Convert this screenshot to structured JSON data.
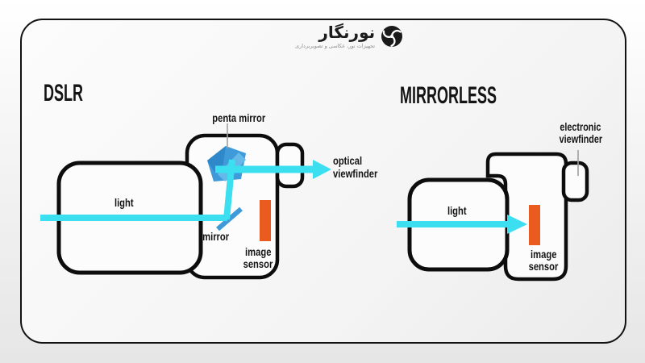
{
  "logo": {
    "brand": "نورنگار",
    "tagline": "تجهیزات نور، عکاسی و تصویربرداری",
    "icon": "aperture-shutter-icon"
  },
  "dslr": {
    "heading": "DSLR",
    "light_label": "light",
    "penta_mirror_label": "penta mirror",
    "mirror_label": "mirror",
    "image_sensor_label": [
      "image",
      "sensor"
    ],
    "viewfinder_label": [
      "optical",
      "viewfinder"
    ]
  },
  "mirrorless": {
    "heading": "MIRRORLESS",
    "light_label": "light",
    "image_sensor_label": [
      "image",
      "sensor"
    ],
    "viewfinder_label": [
      "electronic",
      "viewfinder"
    ]
  },
  "colors": {
    "light_beam": "#3BDFF0",
    "mirror_blue": "#3E9AD8",
    "mirror_blue_dark": "#2F88C9",
    "mirror_blue_light": "#64B9E9",
    "sensor_orange": "#EA5B20",
    "outline": "#0D0D0D"
  }
}
